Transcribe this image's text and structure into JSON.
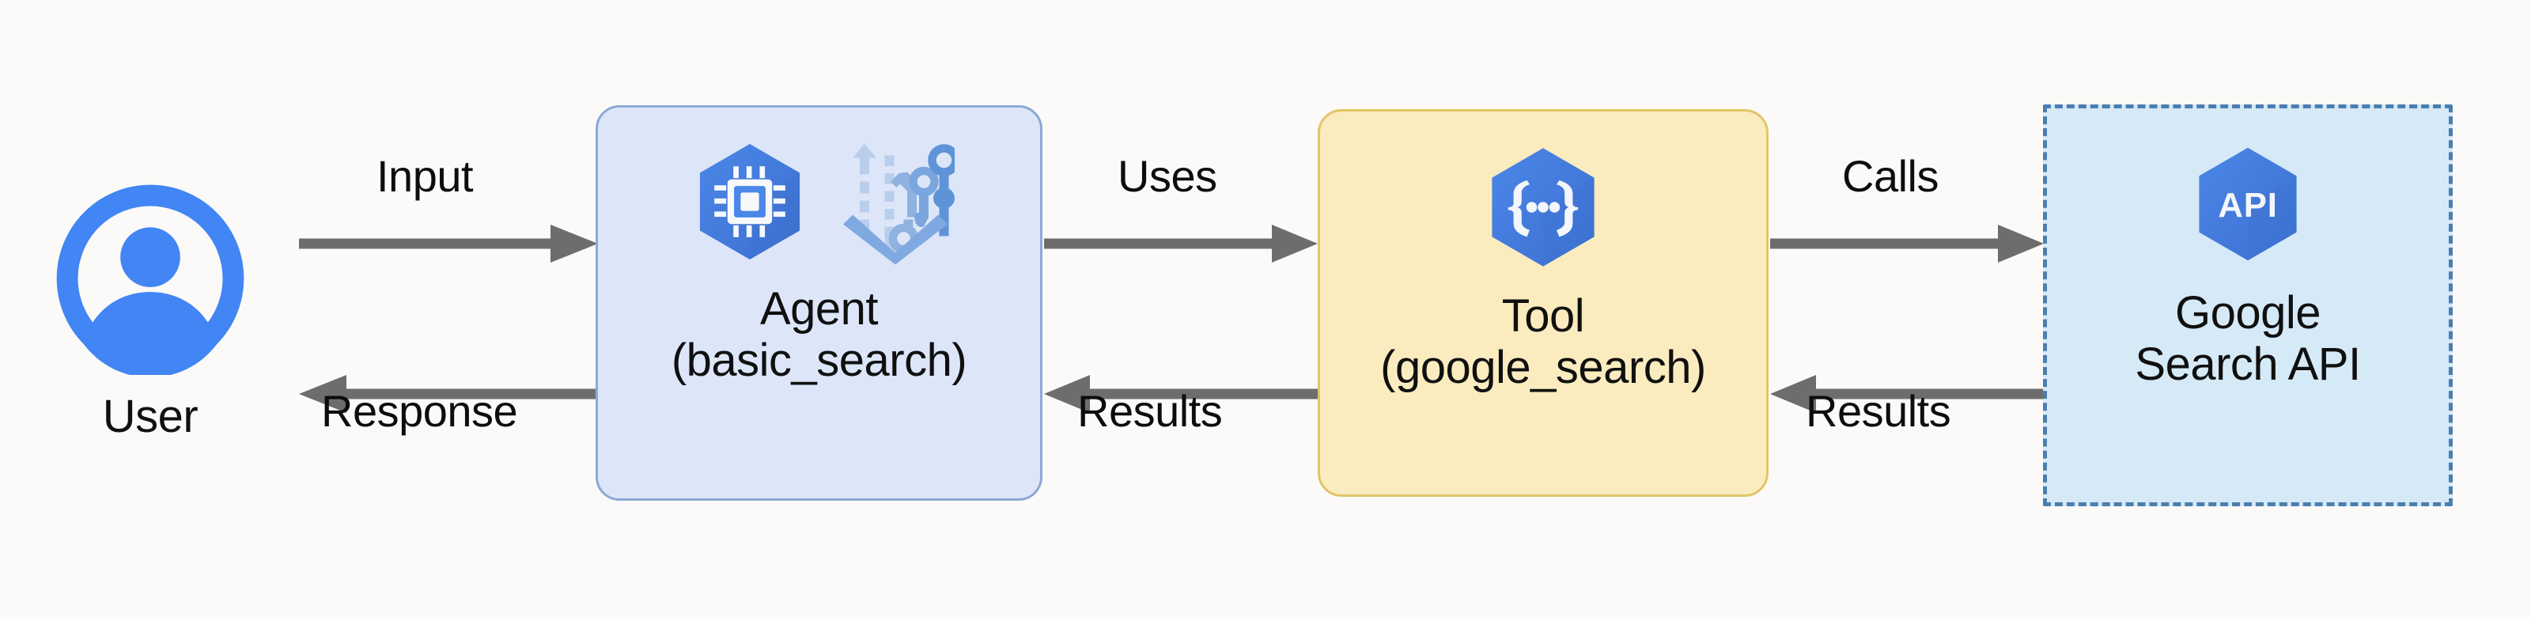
{
  "diagram": {
    "background": "#fbfaf8",
    "accent_blue": "#4285f4",
    "arrow_color": "#666666"
  },
  "nodes": {
    "user": {
      "label": "User",
      "icon": "user-avatar-icon",
      "icon_color": "#4285f4"
    },
    "agent": {
      "label": "Agent\n(basic_search)",
      "icons": [
        "cpu-chip-hexagon-icon",
        "vertex-ai-pipeline-icon"
      ],
      "fill": "#dde6f8",
      "border": "#8ca9d6",
      "border_style": "solid"
    },
    "tool": {
      "label": "Tool\n(google_search)",
      "icons": [
        "code-braces-hexagon-icon"
      ],
      "fill": "#fbecbf",
      "border": "#e2c565",
      "border_style": "solid"
    },
    "api": {
      "label": "Google\nSearch API",
      "icons": [
        "api-hexagon-icon"
      ],
      "icon_text": "API",
      "fill": "#d6e9f7",
      "border": "#4b7eb0",
      "border_style": "dashed"
    }
  },
  "edges": [
    {
      "id": "user-to-agent",
      "label": "Input",
      "direction": "right"
    },
    {
      "id": "agent-to-user",
      "label": "Response",
      "direction": "left"
    },
    {
      "id": "agent-to-tool",
      "label": "Uses",
      "direction": "right"
    },
    {
      "id": "tool-to-agent",
      "label": "Results",
      "direction": "left"
    },
    {
      "id": "tool-to-api",
      "label": "Calls",
      "direction": "right"
    },
    {
      "id": "api-to-tool",
      "label": "Results",
      "direction": "left"
    }
  ]
}
